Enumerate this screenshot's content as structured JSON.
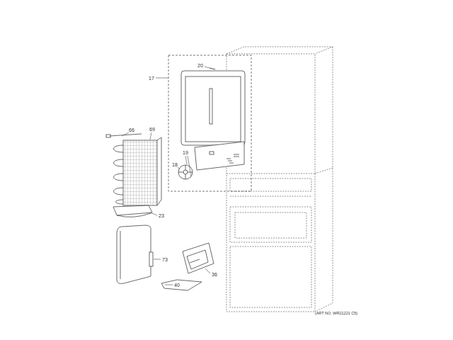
{
  "diagram": {
    "labels": [
      "17",
      "20",
      "66",
      "69",
      "19",
      "18",
      "23",
      "73",
      "36",
      "40",
      "(ART NO. WR21221 C5)"
    ]
  }
}
